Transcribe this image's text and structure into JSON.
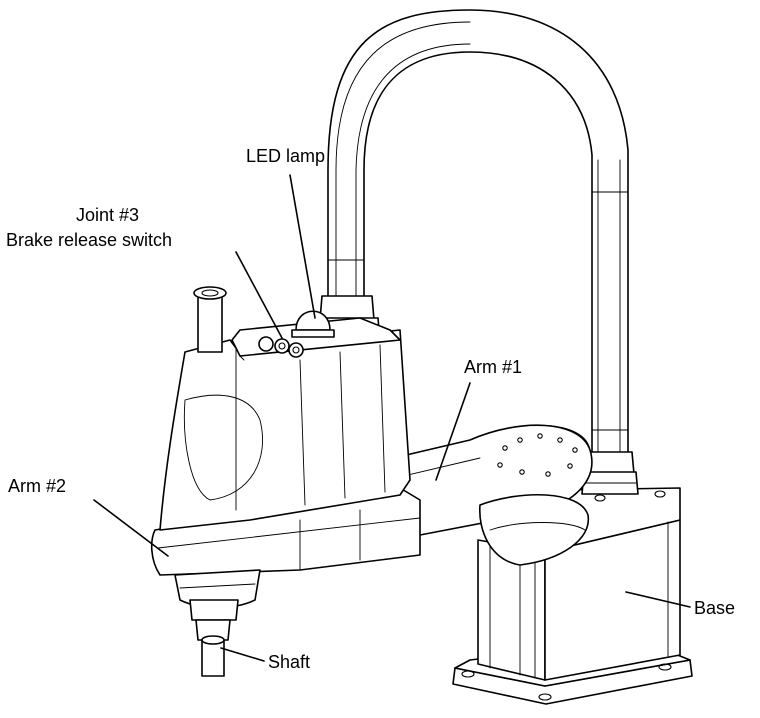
{
  "diagram": {
    "labels": {
      "led_lamp": "LED lamp",
      "joint3_line1": "Joint #3",
      "joint3_line2": "Brake release switch",
      "arm1": "Arm #1",
      "arm2": "Arm #2",
      "base": "Base",
      "shaft": "Shaft"
    }
  }
}
